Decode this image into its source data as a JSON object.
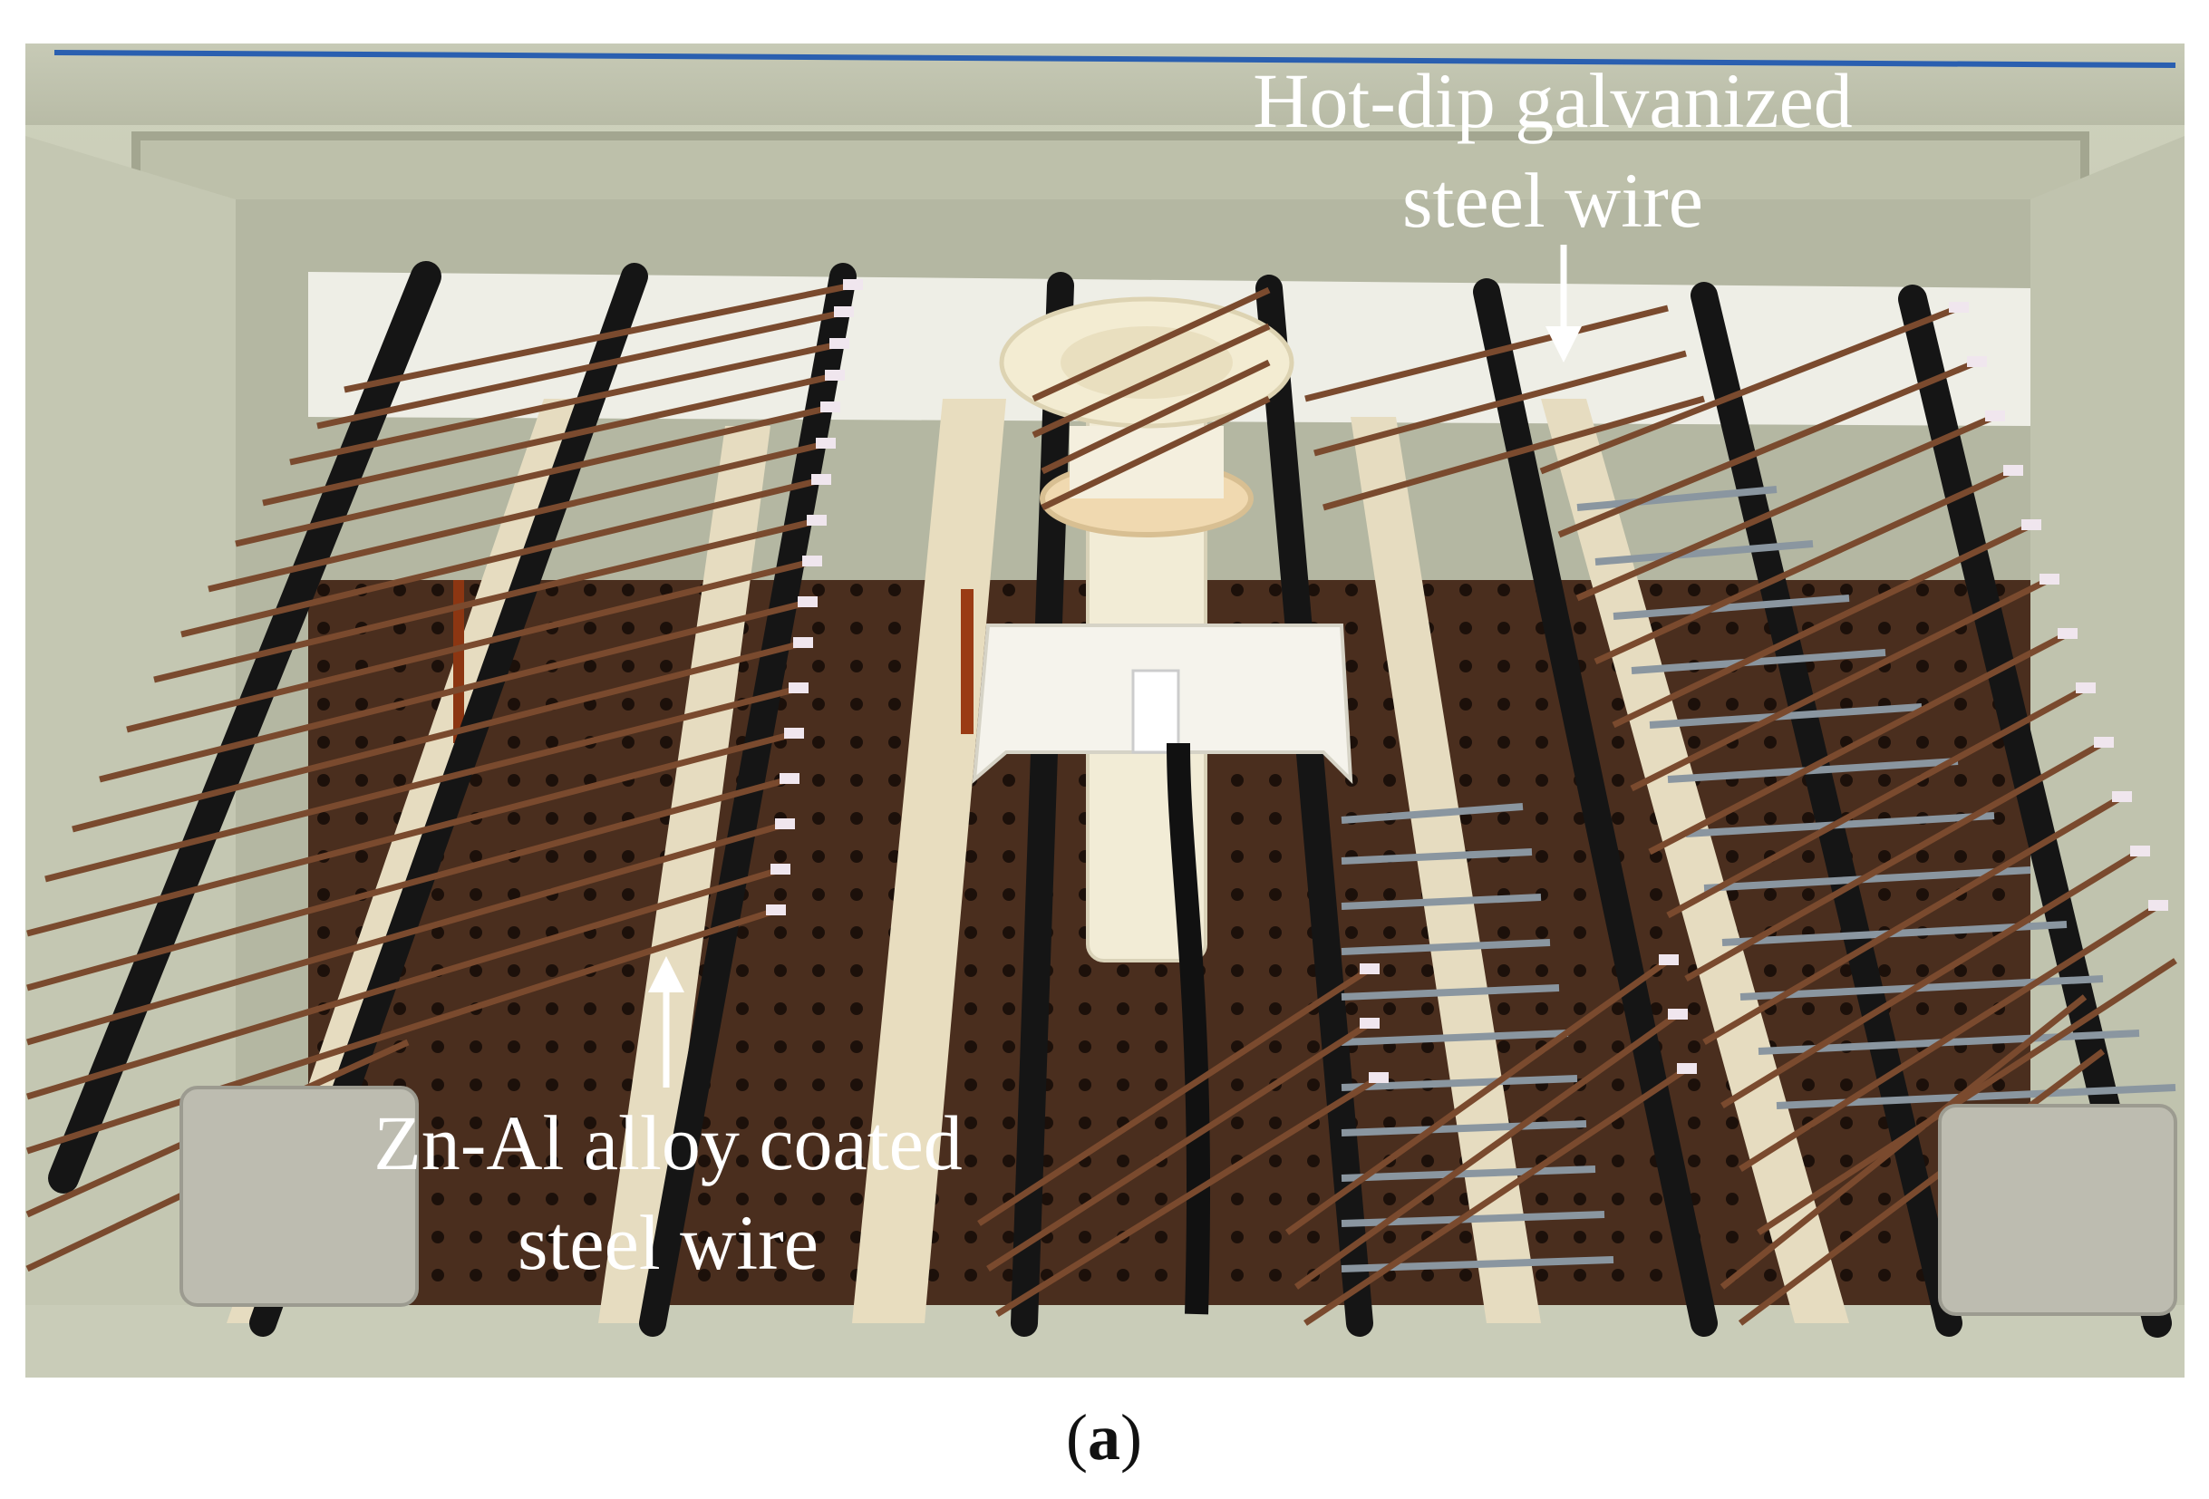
{
  "figure": {
    "labels": {
      "hot_dip_line1": "Hot-dip galvanized",
      "hot_dip_line2": "steel wire",
      "zn_al_line1": "Zn-Al alloy coated",
      "zn_al_line2": "steel wire"
    },
    "caption": {
      "open": "(",
      "letter": "a",
      "close": ")"
    },
    "colors": {
      "chamber_wall": "#bfc2ad",
      "chamber_floor": "#3a2418",
      "rod": "#151515",
      "wire_copper": "#7a4a2e",
      "wire_galvanized": "#8a96a0",
      "rail": "#e6dcc0",
      "nozzle": "#f2ecd6",
      "text_label": "#ffffff"
    }
  }
}
